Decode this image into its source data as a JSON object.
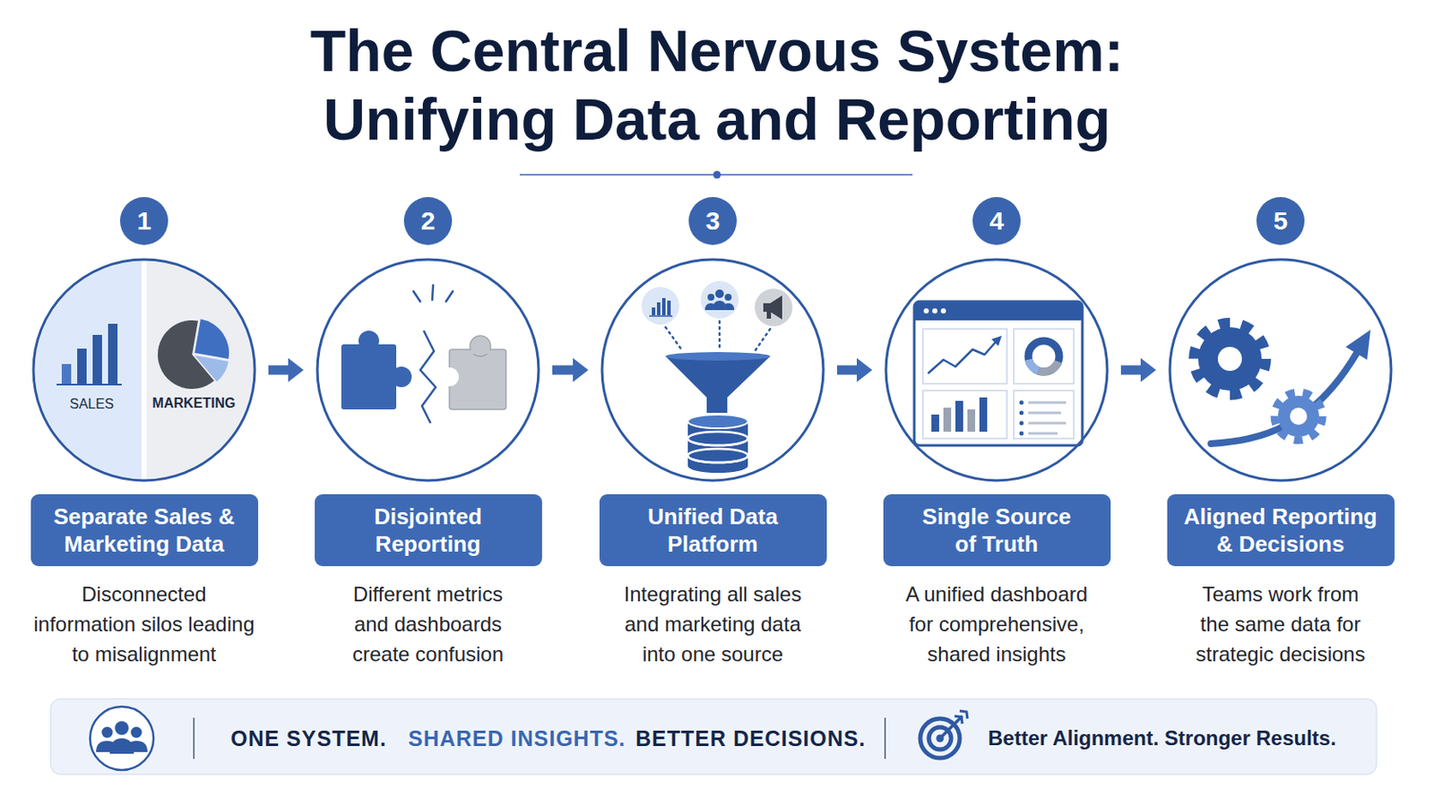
{
  "diagram": {
    "title": "The Central Nervous System: Unifying Data and Reporting",
    "nodes": [
      {
        "text": [
          "Separate Sales & Marketing Data",
          "Disconnected information silos leading to misalignment"
        ]
      },
      {
        "text": [
          "Disjointed Reporting",
          "Different metrics and dashboards create confusion"
        ]
      },
      {
        "text": [
          "Unified Data Platform",
          "Integrating all sales and marketing data into one source"
        ]
      },
      {
        "text": [
          "Single Source of Truth",
          "A unified dashboard for comprehensive, shared insights"
        ]
      },
      {
        "text": [
          "Aligned Reporting & Decisions",
          "Teams work from the same data for strategic decisions"
        ]
      }
    ],
    "edges": [
      {
        "from": 0,
        "to": 1,
        "arrow": "to"
      },
      {
        "from": 1,
        "to": 2,
        "arrow": "to"
      },
      {
        "from": 2,
        "to": 3,
        "arrow": "to"
      },
      {
        "from": 3,
        "to": 4,
        "arrow": "to"
      }
    ],
    "labels": [
      "1",
      "2",
      "3",
      "4",
      "5",
      "SALES",
      "MARKETING",
      "ONE SYSTEM.",
      "SHARED INSIGHTS.",
      "BETTER DECISIONS.",
      "Better Alignment. Stronger Results."
    ]
  }
}
